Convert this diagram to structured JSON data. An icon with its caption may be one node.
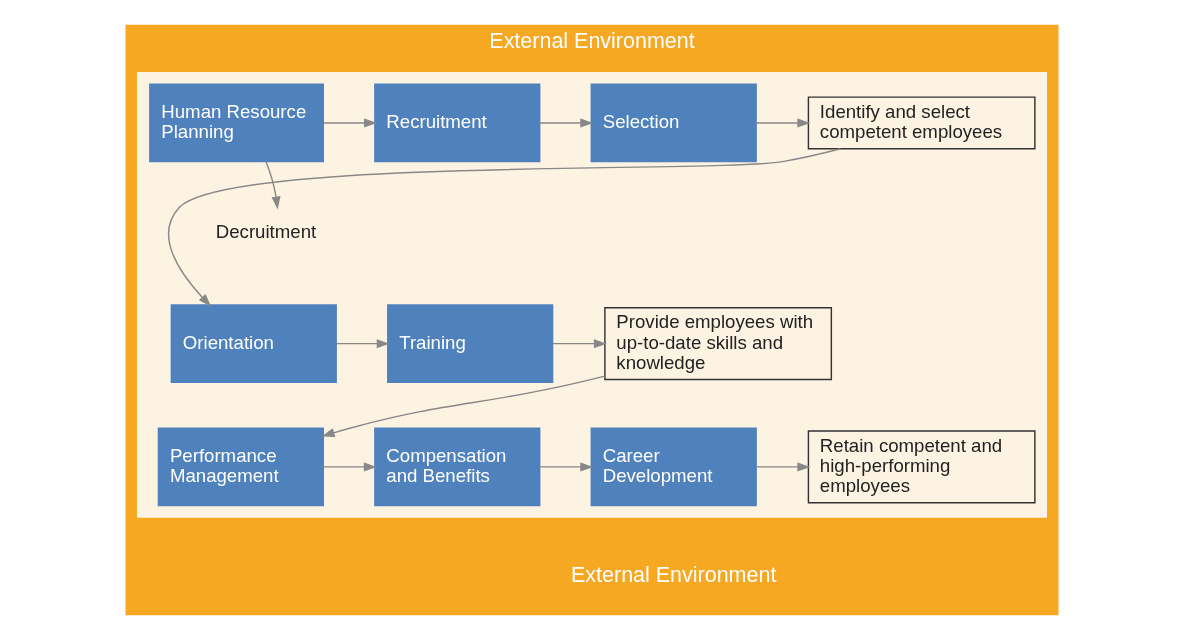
{
  "diagram": {
    "nodes": [
      {
        "text": [
          "External Environment",
          "External Environment"
        ]
      },
      {
        "text": [],
        "shape": "box",
        "in": 0
      },
      {
        "text": [
          "Human Resource Planning"
        ],
        "in": 1
      },
      {
        "text": [
          "Recruitment"
        ],
        "in": 1
      },
      {
        "text": [
          "Selection"
        ],
        "in": 1
      },
      {
        "text": [
          "Identify and select competent employees"
        ],
        "in": 1
      },
      {
        "text": [
          "Decruitment"
        ],
        "in": 1
      },
      {
        "text": [
          "Orientation"
        ],
        "in": 1
      },
      {
        "text": [
          "Training"
        ],
        "in": 1
      },
      {
        "text": [
          "Provide employees with up-to-date skills and knowledge"
        ],
        "in": 1
      },
      {
        "text": [
          "Performance Management"
        ],
        "in": 1
      },
      {
        "text": [
          "Compensation and Benefits"
        ],
        "in": 1
      },
      {
        "text": [
          "Career Development"
        ],
        "in": 1
      },
      {
        "text": [
          "Retain competent and high-performing employees"
        ],
        "in": 1
      }
    ],
    "edges": [
      {
        "from": 2,
        "to": 3,
        "arrow": "to"
      },
      {
        "from": 3,
        "to": 4,
        "arrow": "to"
      },
      {
        "from": 4,
        "to": 5,
        "arrow": "to"
      },
      {
        "from": 2,
        "to": 6,
        "arrow": "to"
      },
      {
        "from": 5,
        "to": 7,
        "arrow": "to"
      },
      {
        "from": 7,
        "to": 8,
        "arrow": "to"
      },
      {
        "from": 8,
        "to": 9,
        "arrow": "to"
      },
      {
        "from": 9,
        "to": 10,
        "arrow": "to"
      },
      {
        "from": 10,
        "to": 11,
        "arrow": "to"
      },
      {
        "from": 11,
        "to": 12,
        "arrow": "to"
      },
      {
        "from": 12,
        "to": 13,
        "arrow": "to"
      }
    ]
  }
}
